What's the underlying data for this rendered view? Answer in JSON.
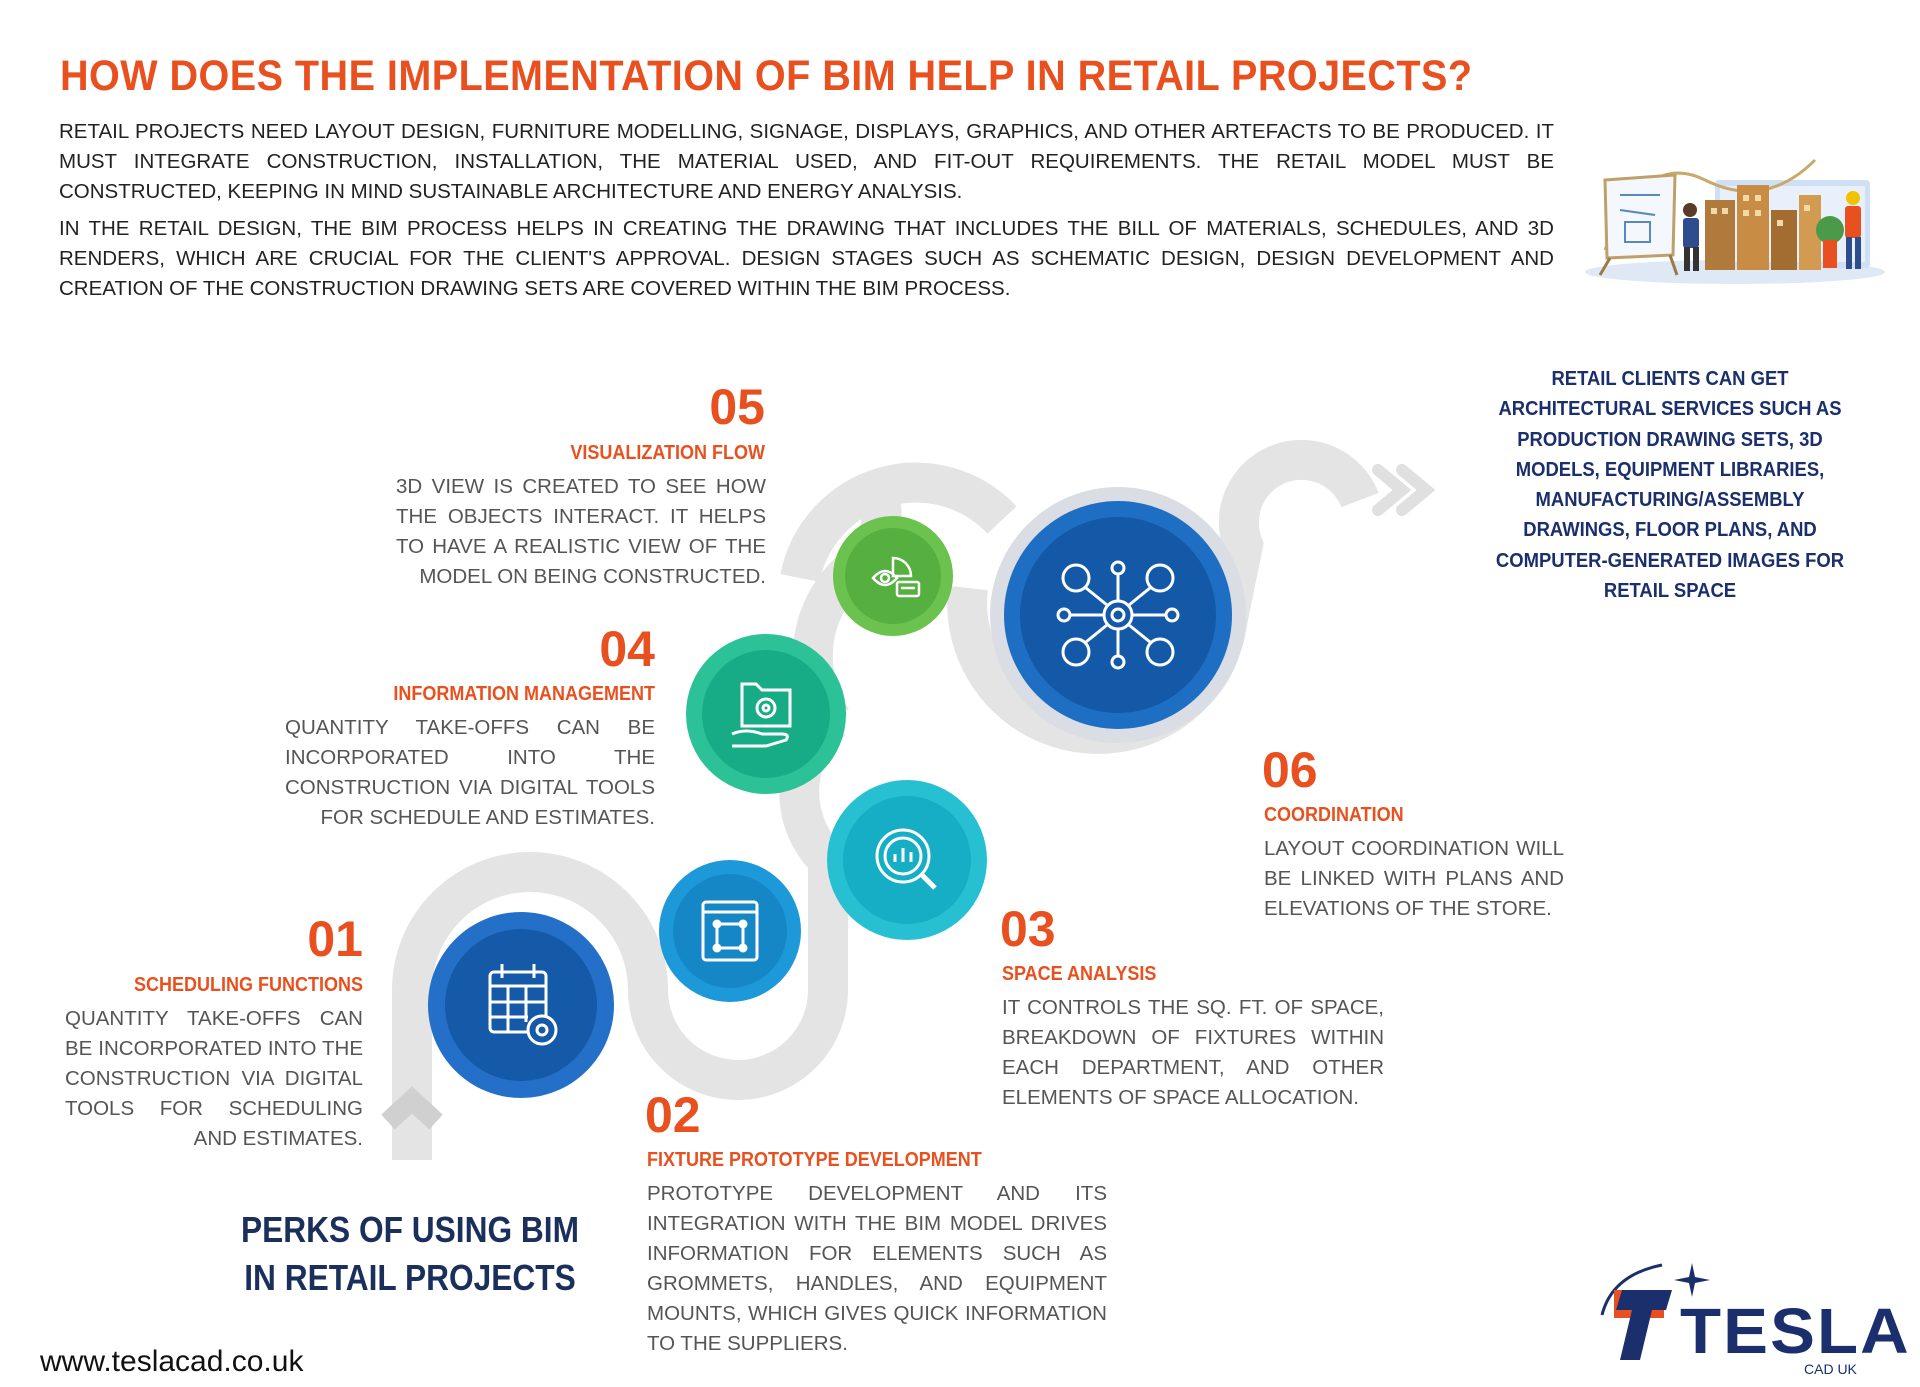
{
  "title": "HOW DOES THE IMPLEMENTATION OF BIM HELP IN RETAIL PROJECTS?",
  "intro": [
    "RETAIL PROJECTS NEED LAYOUT DESIGN, FURNITURE MODELLING, SIGNAGE, DISPLAYS, GRAPHICS, AND OTHER ARTEFACTS TO BE PRODUCED. IT MUST INTEGRATE CONSTRUCTION, INSTALLATION, THE MATERIAL USED, AND FIT-OUT REQUIREMENTS. THE RETAIL MODEL MUST BE CONSTRUCTED, KEEPING IN MIND SUSTAINABLE ARCHITECTURE AND ENERGY ANALYSIS.",
    "IN THE RETAIL DESIGN, THE BIM PROCESS HELPS IN CREATING THE DRAWING THAT INCLUDES THE BILL OF MATERIALS, SCHEDULES, AND 3D RENDERS, WHICH ARE CRUCIAL FOR THE CLIENT'S APPROVAL. DESIGN STAGES SUCH AS SCHEMATIC DESIGN, DESIGN DEVELOPMENT AND CREATION OF THE CONSTRUCTION DRAWING SETS ARE COVERED WITHIN THE BIM PROCESS."
  ],
  "steps": [
    {
      "number": "01",
      "heading": "SCHEDULING FUNCTIONS",
      "text": "QUANTITY TAKE-OFFS CAN BE INCORPORATED INTO THE CONSTRUCTION VIA DIGITAL TOOLS FOR SCHEDULING AND ESTIMATES.",
      "icon": "calendar-gear-icon",
      "color": "#1565c0"
    },
    {
      "number": "02",
      "heading": "FIXTURE PROTOTYPE DEVELOPMENT",
      "text": "PROTOTYPE DEVELOPMENT AND ITS INTEGRATION WITH THE BIM MODEL DRIVES INFORMATION FOR ELEMENTS SUCH AS GROMMETS, HANDLES, AND EQUIPMENT MOUNTS, WHICH GIVES QUICK INFORMATION TO THE SUPPLIERS.",
      "icon": "prototype-window-icon",
      "color": "#1a8fd0"
    },
    {
      "number": "03",
      "heading": "SPACE ANALYSIS",
      "text": "IT CONTROLS THE SQ. FT. OF SPACE, BREAKDOWN OF FIXTURES WITHIN EACH DEPARTMENT, AND OTHER ELEMENTS OF SPACE ALLOCATION.",
      "icon": "chart-magnifier-icon",
      "color": "#15b3c9"
    },
    {
      "number": "04",
      "heading": "INFORMATION MANAGEMENT",
      "text": "QUANTITY TAKE-OFFS CAN BE INCORPORATED INTO THE CONSTRUCTION VIA DIGITAL TOOLS FOR SCHEDULE AND ESTIMATES.",
      "icon": "folder-hand-icon",
      "color": "#1db38e"
    },
    {
      "number": "05",
      "heading": "VISUALIZATION FLOW",
      "text": "3D VIEW IS CREATED TO SEE HOW THE OBJECTS INTERACT. IT HELPS TO HAVE A REALISTIC VIEW OF THE MODEL ON BEING CONSTRUCTED.",
      "icon": "eye-pie-icon",
      "color": "#5cb946"
    },
    {
      "number": "06",
      "heading": "COORDINATION",
      "text": "LAYOUT COORDINATION WILL BE LINKED WITH PLANS AND ELEVATIONS OF THE STORE.",
      "icon": "network-people-icon",
      "color": "#1458a8"
    }
  ],
  "services_text": "RETAIL CLIENTS CAN GET ARCHITECTURAL SERVICES SUCH AS PRODUCTION DRAWING SETS, 3D MODELS, EQUIPMENT LIBRARIES, MANUFACTURING/ASSEMBLY DRAWINGS, FLOOR PLANS, AND COMPUTER-GENERATED IMAGES FOR RETAIL SPACE",
  "perks_title": "PERKS OF USING BIM IN RETAIL PROJECTS",
  "website": "www.teslacad.co.uk",
  "logo": {
    "name": "TESLA",
    "sub": "CAD UK"
  },
  "colors": {
    "accent": "#e8511f",
    "navy": "#1a2f6b",
    "track": "#e6e6e6"
  }
}
